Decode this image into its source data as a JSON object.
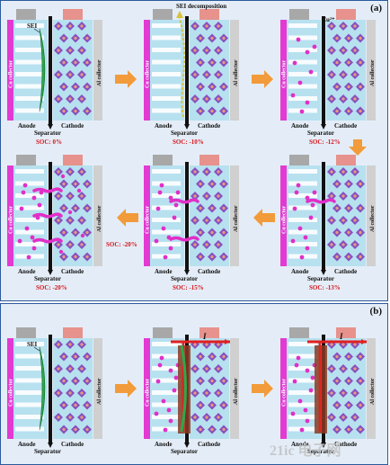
{
  "panel_a": {
    "label": "(a)",
    "annotations": {
      "sei_decomposition": "SEI decomposition",
      "cu_ion": "Cu²⁺"
    },
    "cells": [
      {
        "soc": "SOC: 0%",
        "show_sei": true,
        "sei_label": "SEI"
      },
      {
        "soc": "SOC: -10%",
        "show_sei": false
      },
      {
        "soc": "SOC: -12%",
        "show_sei": false
      },
      {
        "soc": "SOC: -13%",
        "show_sei": false
      },
      {
        "soc": "SOC: -15%",
        "show_sei": false
      },
      {
        "soc": "SOC: -20%",
        "show_sei": false
      }
    ],
    "side_soc": "SOC: -20%"
  },
  "panel_b": {
    "label": "(b)",
    "cells": [
      {
        "sei_label": "SEI",
        "current_label": ""
      },
      {
        "current_label": "I"
      },
      {
        "current_label": "I"
      }
    ],
    "watermark": "21ic 电子网"
  },
  "cell_labels": {
    "cu_collector": "Cu collector",
    "al_collector": "Al collector",
    "anode": "Anode",
    "cathode": "Cathode",
    "separator": "Separator"
  },
  "colors": {
    "border": "#2b5a9c",
    "panel_bg": "#e4edf7",
    "cu_collector": "#e23ad2",
    "al_collector": "#d0d0d0",
    "anode_bg": "#b7e1ef",
    "cathode_bg": "#b7e1ef",
    "sei": "#2ea84a",
    "particle": "#8a4fc0",
    "cu_dot": "#e12fc8",
    "soc_text": "#d6141b",
    "arrow": "#f29b3a",
    "current": "#e02020"
  }
}
